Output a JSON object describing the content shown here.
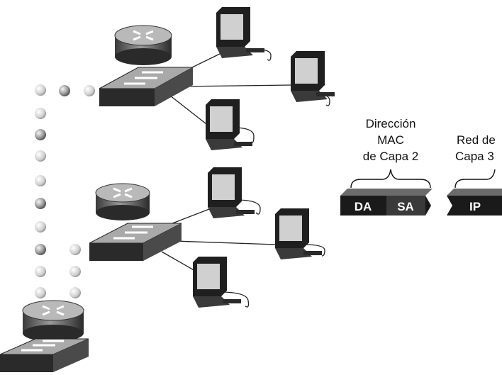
{
  "labels": {
    "mac_label_line1": "Dirección",
    "mac_label_line2": "MAC",
    "mac_label_line3": "de Capa 2",
    "net_label_line1": "Red de",
    "net_label_line2": "Capa 3"
  },
  "frame_fields": {
    "da": "DA",
    "sa": "SA",
    "ip": "IP"
  },
  "colors": {
    "device_dark": "#2b2b2b",
    "device_mid": "#8a8a8a",
    "screen": "#cfcfcf",
    "header": "#1a1a1a"
  },
  "icons": [
    "router-icon",
    "switch-icon",
    "computer-icon",
    "cable-icon",
    "dotted-link-icon"
  ]
}
